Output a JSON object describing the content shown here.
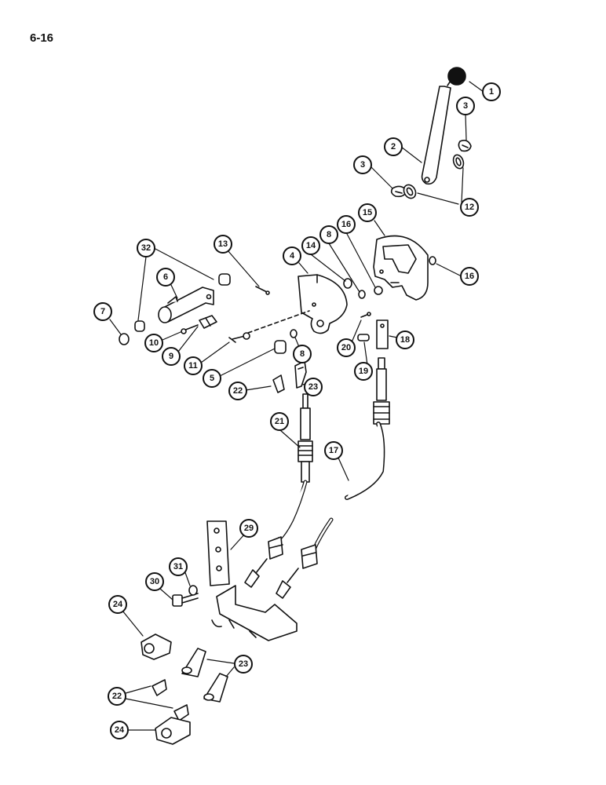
{
  "page_number": "6-16",
  "colors": {
    "ink": "#111111",
    "paper": "#ffffff",
    "fill": "#ffffff"
  },
  "callouts": [
    {
      "id": "c1",
      "label": "1"
    },
    {
      "id": "c2",
      "label": "2"
    },
    {
      "id": "c3a",
      "label": "3"
    },
    {
      "id": "c3b",
      "label": "3"
    },
    {
      "id": "c12",
      "label": "12"
    },
    {
      "id": "c15",
      "label": "15"
    },
    {
      "id": "c16a",
      "label": "16"
    },
    {
      "id": "c16b",
      "label": "16"
    },
    {
      "id": "c8a",
      "label": "8"
    },
    {
      "id": "c14",
      "label": "14"
    },
    {
      "id": "c4",
      "label": "4"
    },
    {
      "id": "c13",
      "label": "13"
    },
    {
      "id": "c32",
      "label": "32"
    },
    {
      "id": "c6",
      "label": "6"
    },
    {
      "id": "c7",
      "label": "7"
    },
    {
      "id": "c10",
      "label": "10"
    },
    {
      "id": "c9",
      "label": "9"
    },
    {
      "id": "c11",
      "label": "11"
    },
    {
      "id": "c5",
      "label": "5"
    },
    {
      "id": "c8b",
      "label": "8"
    },
    {
      "id": "c20",
      "label": "20"
    },
    {
      "id": "c18",
      "label": "18"
    },
    {
      "id": "c19",
      "label": "19"
    },
    {
      "id": "c22a",
      "label": "22"
    },
    {
      "id": "c23a",
      "label": "23"
    },
    {
      "id": "c21",
      "label": "21"
    },
    {
      "id": "c17",
      "label": "17"
    },
    {
      "id": "c29",
      "label": "29"
    },
    {
      "id": "c31",
      "label": "31"
    },
    {
      "id": "c30",
      "label": "30"
    },
    {
      "id": "c24a",
      "label": "24"
    },
    {
      "id": "c23b",
      "label": "23"
    },
    {
      "id": "c22b",
      "label": "22"
    },
    {
      "id": "c24b",
      "label": "24"
    }
  ]
}
